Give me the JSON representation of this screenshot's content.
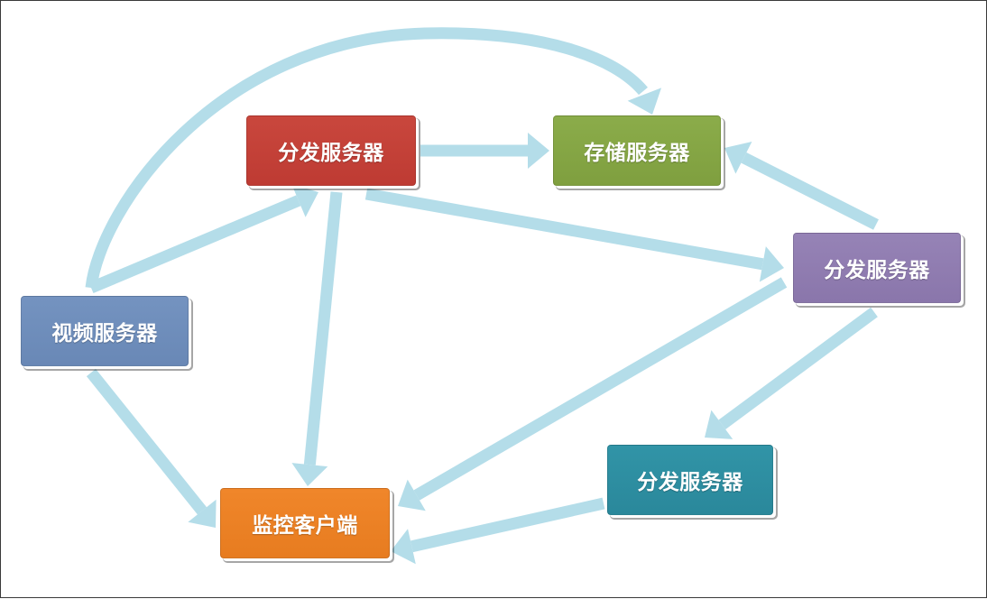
{
  "diagram": {
    "arrow_color": "#b4dde9",
    "nodes": [
      {
        "id": "dist-top",
        "label": "分发服务器",
        "color": "#c4413a"
      },
      {
        "id": "storage",
        "label": "存储服务器",
        "color": "#86a644"
      },
      {
        "id": "dist-right",
        "label": "分发服务器",
        "color": "#907db1"
      },
      {
        "id": "video",
        "label": "视频服务器",
        "color": "#6f8ebb"
      },
      {
        "id": "dist-bottom",
        "label": "分发服务器",
        "color": "#2e8ea2"
      },
      {
        "id": "monitor",
        "label": "监控客户端",
        "color": "#ec8225"
      }
    ],
    "edges": [
      {
        "from": "video",
        "to": "storage"
      },
      {
        "from": "video",
        "to": "dist-top"
      },
      {
        "from": "video",
        "to": "monitor"
      },
      {
        "from": "dist-top",
        "to": "storage"
      },
      {
        "from": "dist-top",
        "to": "dist-right"
      },
      {
        "from": "dist-top",
        "to": "monitor"
      },
      {
        "from": "dist-right",
        "to": "storage"
      },
      {
        "from": "dist-right",
        "to": "monitor"
      },
      {
        "from": "dist-right",
        "to": "dist-bottom"
      },
      {
        "from": "dist-bottom",
        "to": "monitor"
      }
    ]
  }
}
